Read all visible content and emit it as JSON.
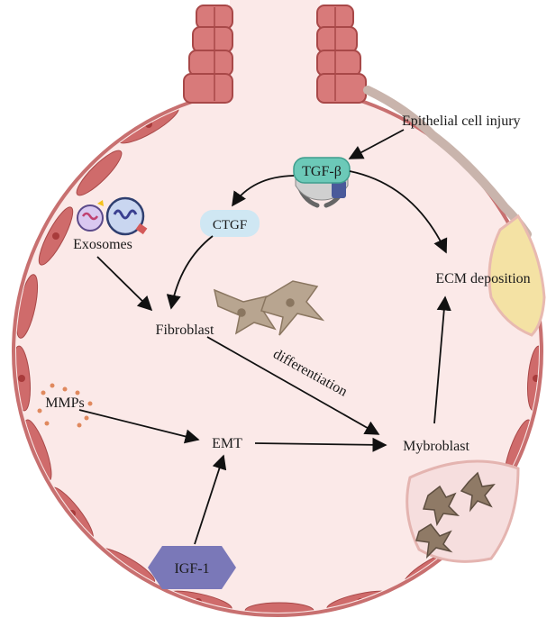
{
  "labels": {
    "epithelial_injury": "Epithelial cell injury",
    "tgf_beta": "TGF-β",
    "ctgf": "CTGF",
    "exosomes": "Exosomes",
    "ecm_deposition": "ECM deposition",
    "fibroblast": "Fibroblast",
    "differentiation": "differentiation",
    "mmps": "MMPs",
    "emt": "EMT",
    "myofibroblast": "Mybroblast",
    "igf1": "IGF-1"
  },
  "colors": {
    "background_tissue": "#fbe9e8",
    "vessel_wall": "#b85a5a",
    "cell_fill": "#cf6b6b",
    "nucleus": "#a83b3b",
    "tgf_receptor": "#6cc9b8",
    "ctgf_pill": "#cfe7f3",
    "igf_hexagon": "#7a78b8",
    "fibroblast": "#b8a590",
    "mmp_dots": "#e0895e",
    "ecm_blob": "#f4e2a4",
    "arrow": "#111111"
  },
  "icons": [
    "exosome-vesicle-icon",
    "tgf-beta-receptor-icon",
    "fibroblast-cell-icon",
    "myofibroblast-cell-icon"
  ]
}
